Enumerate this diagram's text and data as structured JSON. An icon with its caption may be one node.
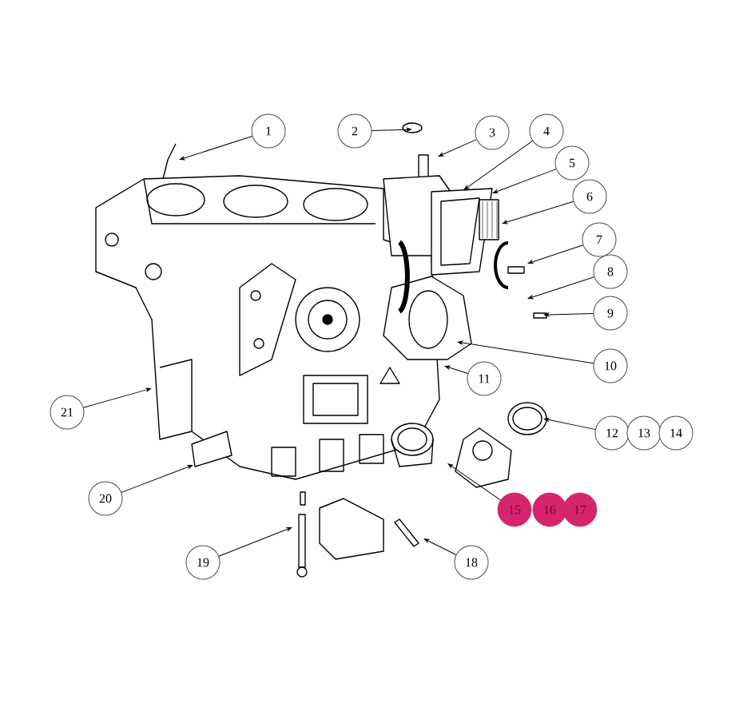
{
  "diagram": {
    "nodes": [
      {
        "text": [
          "1"
        ]
      },
      {
        "text": [
          "2"
        ]
      },
      {
        "text": [
          "3"
        ]
      },
      {
        "text": [
          "4"
        ]
      },
      {
        "text": [
          "5"
        ]
      },
      {
        "text": [
          "6"
        ]
      },
      {
        "text": [
          "7"
        ]
      },
      {
        "text": [
          "8"
        ]
      },
      {
        "text": [
          "9"
        ]
      },
      {
        "text": [
          "10"
        ]
      },
      {
        "text": [
          "11"
        ]
      },
      {
        "text": [
          "12"
        ]
      },
      {
        "text": [
          "13"
        ]
      },
      {
        "text": [
          "14"
        ]
      },
      {
        "text": [
          "15"
        ]
      },
      {
        "text": [
          "16"
        ]
      },
      {
        "text": [
          "17"
        ]
      },
      {
        "text": [
          "18"
        ]
      },
      {
        "text": [
          "19"
        ]
      },
      {
        "text": [
          "20"
        ]
      },
      {
        "text": [
          "21"
        ]
      }
    ],
    "edges": [
      {
        "from": 0,
        "to": null,
        "arrow": "to"
      },
      {
        "from": 1,
        "to": null,
        "arrow": "to"
      },
      {
        "from": 2,
        "to": null,
        "arrow": "to"
      },
      {
        "from": 3,
        "to": null,
        "arrow": "to"
      },
      {
        "from": 4,
        "to": null,
        "arrow": "to"
      },
      {
        "from": 5,
        "to": null,
        "arrow": "to"
      },
      {
        "from": 6,
        "to": null,
        "arrow": "to"
      },
      {
        "from": 7,
        "to": null,
        "arrow": "to"
      },
      {
        "from": 8,
        "to": null,
        "arrow": "to"
      },
      {
        "from": 9,
        "to": null,
        "arrow": "to"
      },
      {
        "from": 10,
        "to": null,
        "arrow": "to"
      },
      {
        "from": 11,
        "to": null,
        "arrow": "to"
      },
      {
        "from": 14,
        "to": null,
        "arrow": "to"
      },
      {
        "from": 17,
        "to": null,
        "arrow": "to"
      },
      {
        "from": 18,
        "to": null,
        "arrow": "to"
      },
      {
        "from": 19,
        "to": null,
        "arrow": "to"
      },
      {
        "from": 20,
        "to": null,
        "arrow": "to"
      }
    ]
  }
}
